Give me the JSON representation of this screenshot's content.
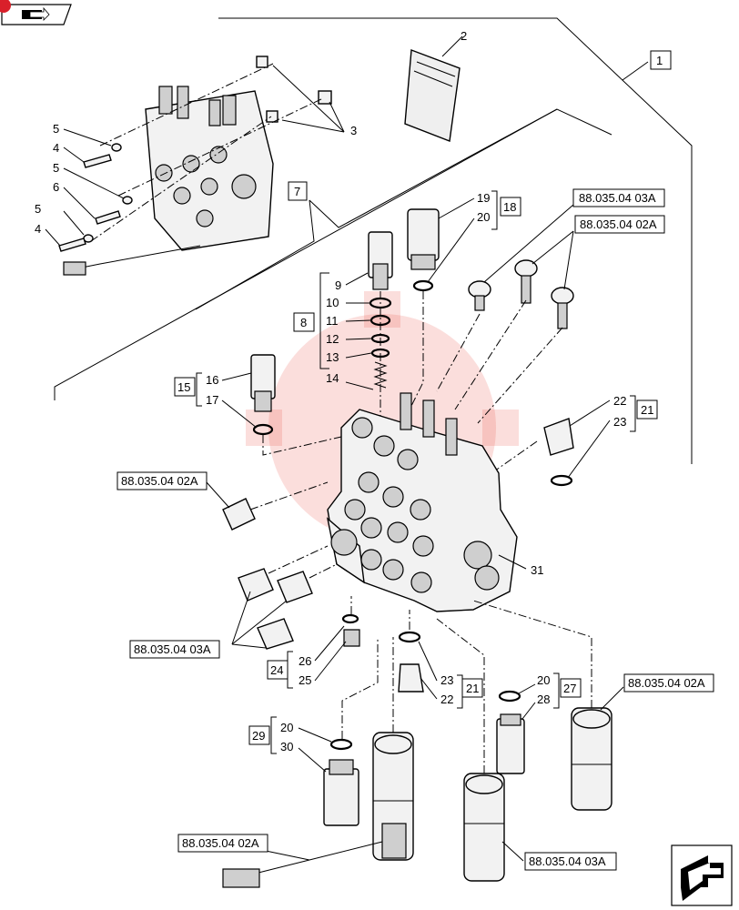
{
  "callouts": {
    "c1": "1",
    "c2": "2",
    "c3": "3",
    "c4a": "4",
    "c4b": "4",
    "c5a": "5",
    "c5b": "5",
    "c5c": "5",
    "c6": "6",
    "c7": "7",
    "c8": "8",
    "c9": "9",
    "c10": "10",
    "c11": "11",
    "c12": "12",
    "c13": "13",
    "c14": "14",
    "c15": "15",
    "c16": "16",
    "c17": "17",
    "c18": "18",
    "c19": "19",
    "c20a": "20",
    "c20b": "20",
    "c20c": "20",
    "c21a": "21",
    "c21b": "21",
    "c22a": "22",
    "c22b": "22",
    "c23a": "23",
    "c23b": "23",
    "c24": "24",
    "c25": "25",
    "c26": "26",
    "c27": "27",
    "c28": "28",
    "c29": "29",
    "c30": "30",
    "c31": "31"
  },
  "refs": {
    "r1": "88.035.04 03A",
    "r2": "88.035.04 02A",
    "r3": "88.035.04 02A",
    "r4": "88.035.04 03A",
    "r5": "88.035.04 02A",
    "r6": "88.035.04 02A",
    "r7": "88.035.04 03A"
  },
  "colors": {
    "corner_badge": "#d9202a",
    "watermark": "#e8463b"
  },
  "icons": {
    "top_left": "book-nav-icon",
    "bottom_right": "next-page-arrow-icon"
  }
}
